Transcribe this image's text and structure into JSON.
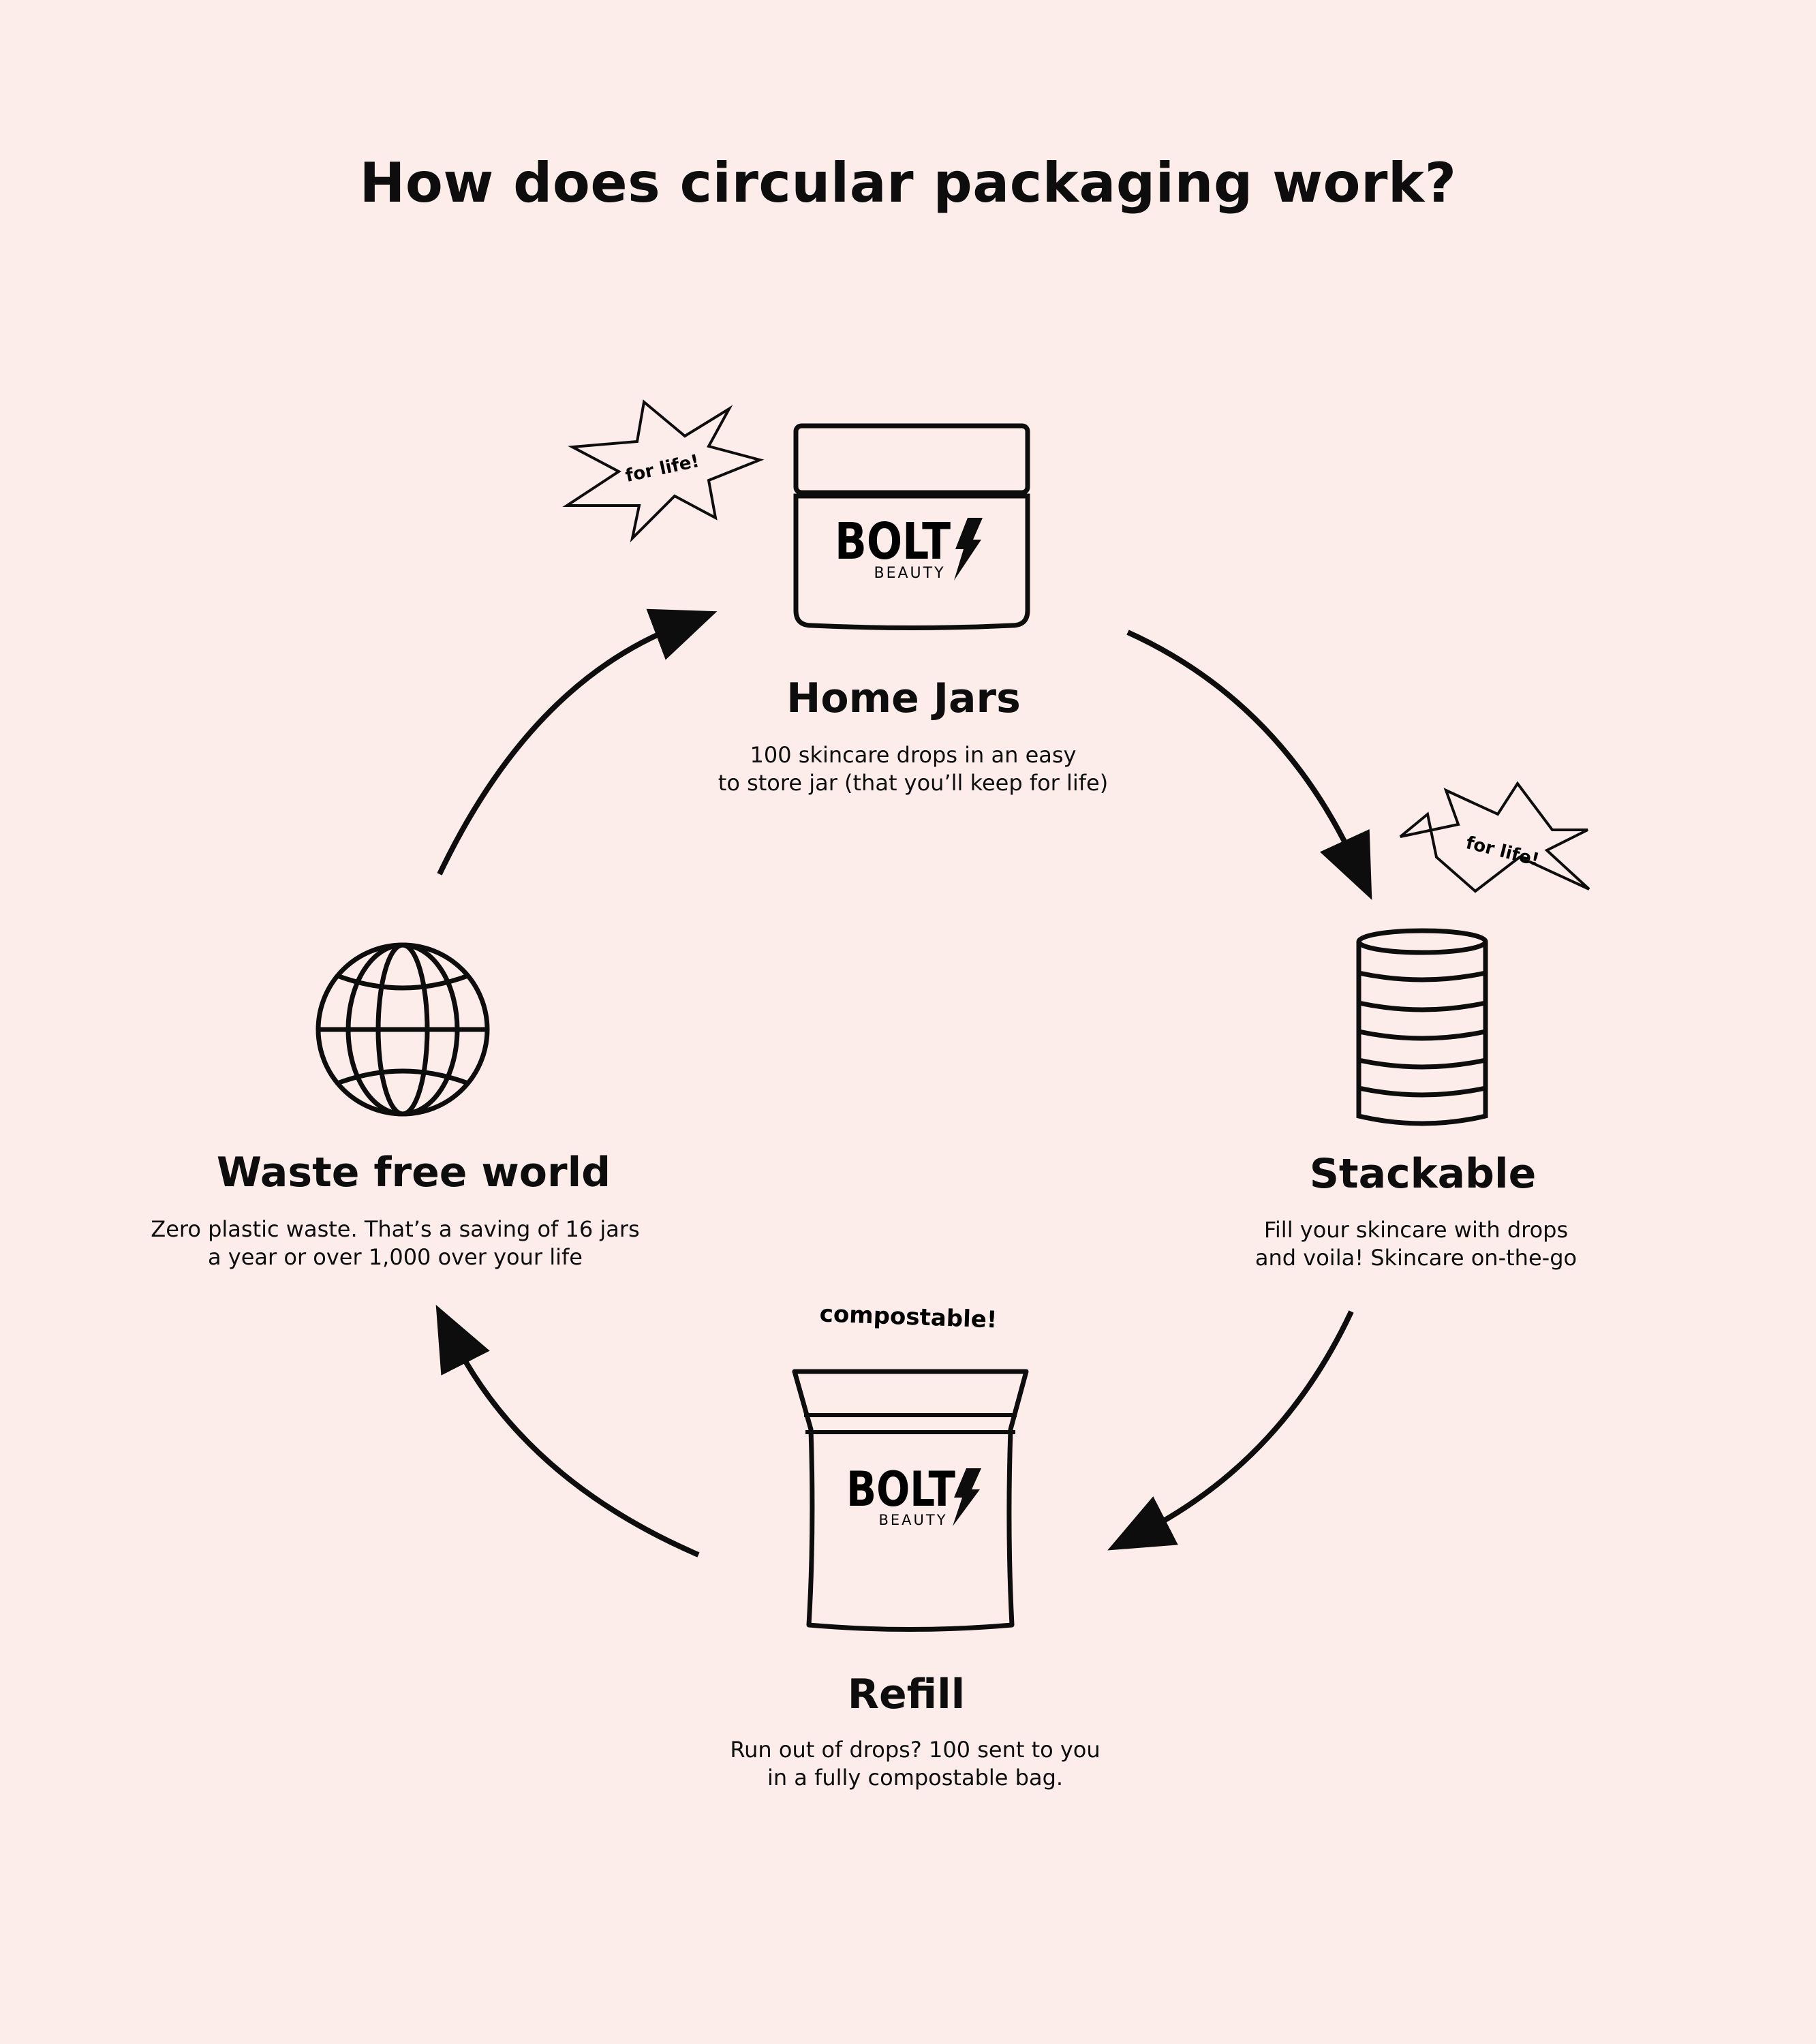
{
  "title": "How does circular packaging work?",
  "steps": {
    "home": {
      "title": "Home Jars",
      "line1": "100 skincare drops in an easy",
      "line2": "to store jar (that you’ll keep for life)"
    },
    "stack": {
      "title": "Stackable",
      "line1": "Fill your skincare with drops",
      "line2": "and voila! Skincare on-the-go"
    },
    "refill": {
      "title": "Refill",
      "line1": "Run out of drops? 100 sent to you",
      "line2": "in a fully compostable bag."
    },
    "waste": {
      "title": "Waste free world",
      "line1": "Zero plastic waste. That’s a saving of 16 jars",
      "line2": "a year or over 1,000 over your life"
    }
  },
  "badges": {
    "jar": "for life!",
    "stack": "for life!",
    "bag": "compostable!"
  },
  "brand": {
    "name": "BOLT",
    "sub": "BEAUTY"
  },
  "icons": {
    "jar": "jar-icon",
    "stack": "stacked-cylinder-icon",
    "bag": "refill-bag-icon",
    "globe": "globe-icon",
    "burst": "starburst-icon",
    "bolt": "lightning-bolt-icon"
  },
  "colors": {
    "background": "#fdedea",
    "ink": "#0d0d0d"
  }
}
